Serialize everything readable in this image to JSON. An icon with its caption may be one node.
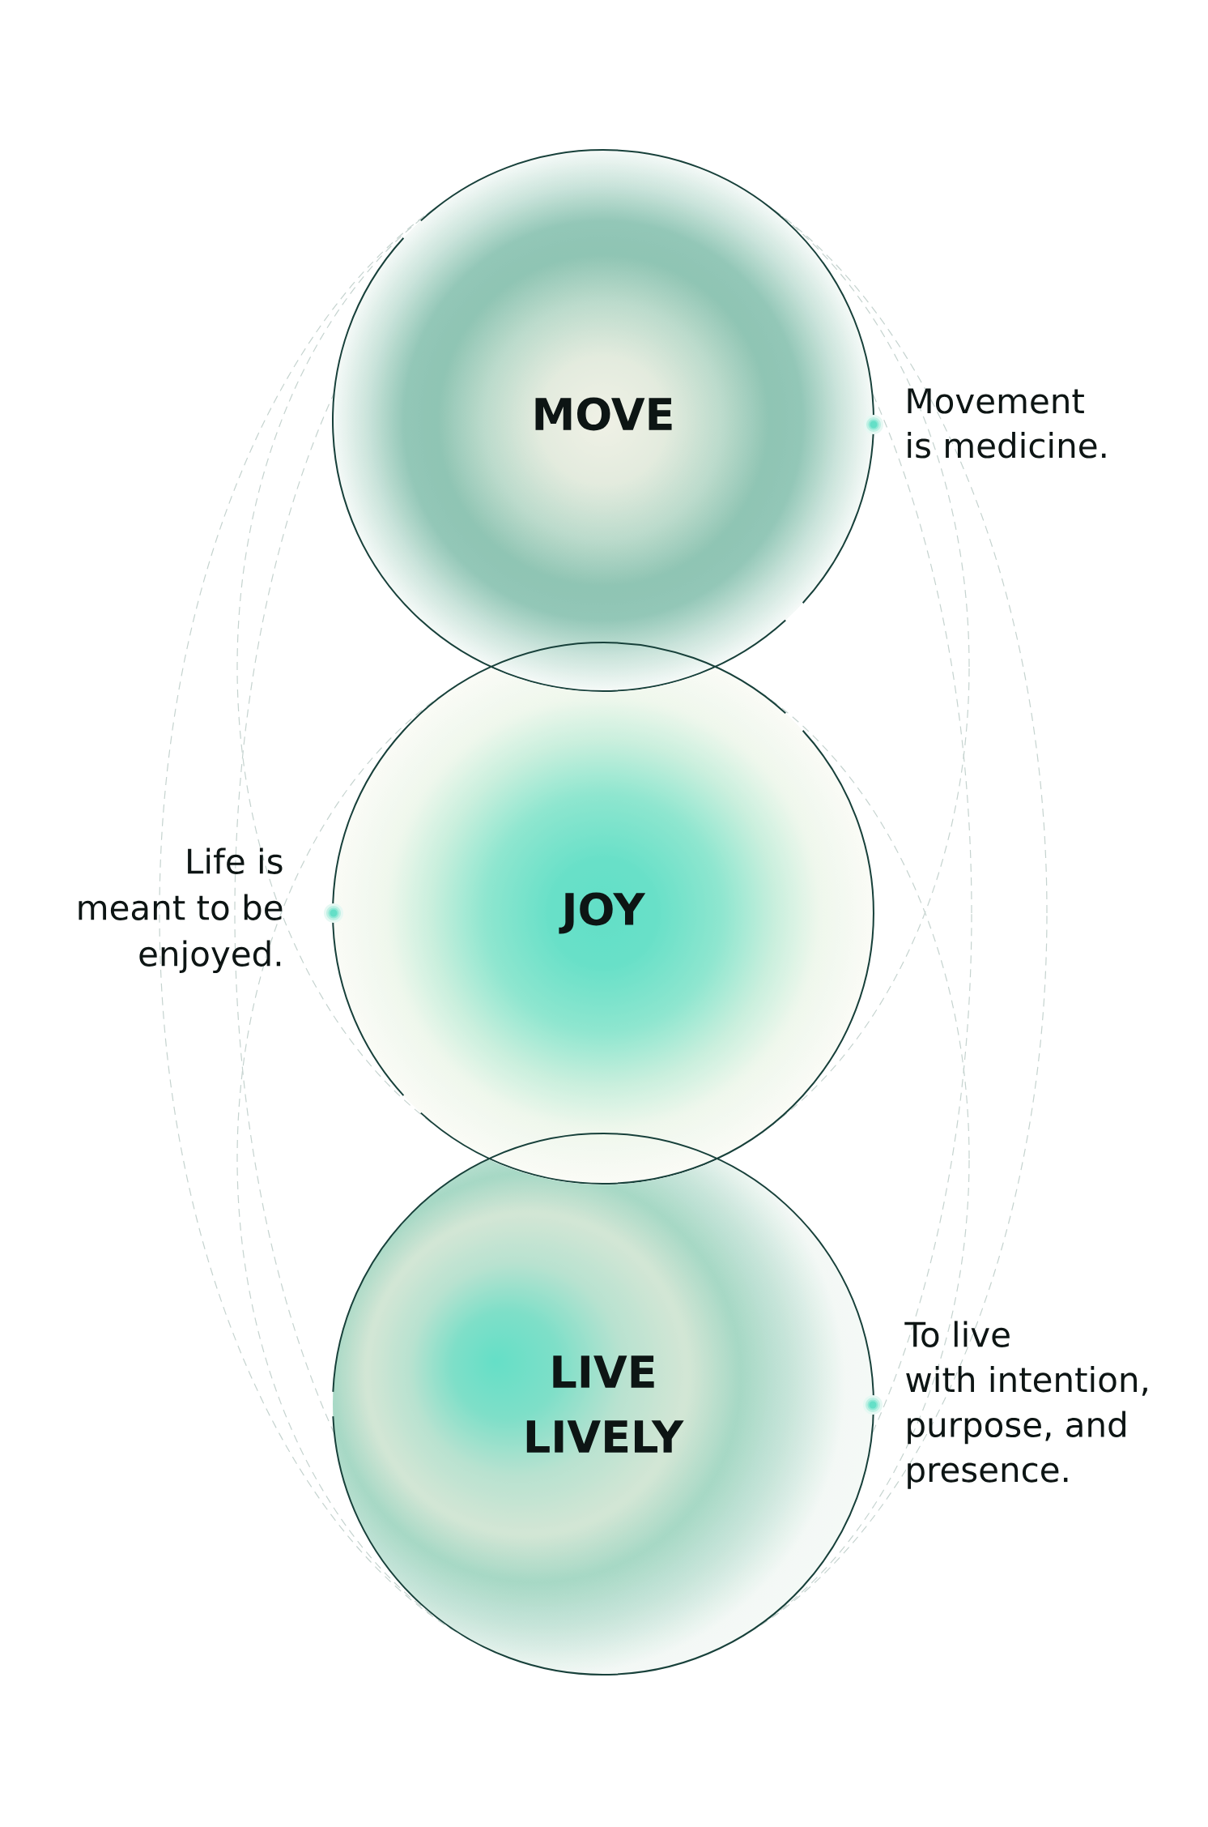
{
  "diagram": {
    "nodes": [
      {
        "text": [
          "MOVE"
        ],
        "beside": [
          "Movement is medicine."
        ]
      },
      {
        "text": [
          "JOY"
        ],
        "beside": [
          "Life is meant to be enjoyed."
        ]
      },
      {
        "text": [
          "LIVE LIVELY"
        ],
        "beside": [
          "To live with intention, purpose, and presence."
        ]
      }
    ]
  }
}
